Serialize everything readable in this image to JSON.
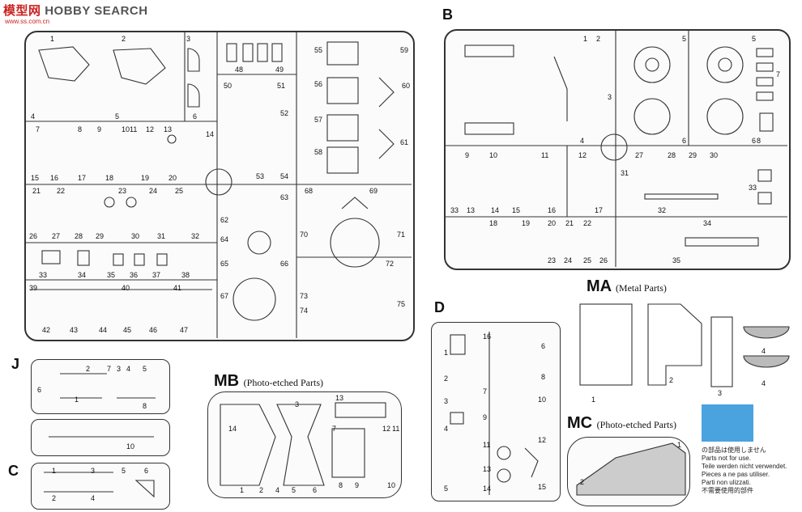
{
  "watermark": {
    "brand_cjk": "模型网",
    "brand_text": "HOBBY SEARCH",
    "sub_text": "www.ss.com.cn"
  },
  "sprues": {
    "B": "B",
    "D": "D",
    "J": "J",
    "C": "C",
    "MA": "MA",
    "MA_sub": "(Metal Parts)",
    "MB": "MB",
    "MB_sub": "(Photo-etched Parts)",
    "MC": "MC",
    "MC_sub": "(Photo-etched Parts)"
  },
  "legend": {
    "swatch_color": "#4aa3df",
    "lines": [
      "の部品は使用しません",
      "Parts not for use.",
      "Teile werden nicht verwendet.",
      "Pieces a ne pas utiliser.",
      "Parti non ulizzati.",
      "不需要使用的部件"
    ]
  },
  "numbers": {
    "A": [
      "1",
      "2",
      "3",
      "4",
      "5",
      "6",
      "7",
      "8",
      "9",
      "10",
      "11",
      "12",
      "13",
      "14",
      "15",
      "16",
      "17",
      "18",
      "19",
      "20",
      "21",
      "22",
      "23",
      "24",
      "25",
      "26",
      "27",
      "28",
      "29",
      "30",
      "31",
      "32",
      "33",
      "34",
      "35",
      "36",
      "37",
      "38",
      "39",
      "40",
      "41",
      "42",
      "43",
      "44",
      "45",
      "46",
      "47",
      "48",
      "49",
      "50",
      "51",
      "52",
      "53",
      "54",
      "55",
      "56",
      "57",
      "58",
      "59",
      "60",
      "61",
      "62",
      "63",
      "64",
      "65",
      "66",
      "67",
      "68",
      "69",
      "70",
      "71",
      "72",
      "73",
      "74",
      "75"
    ],
    "B": [
      "1",
      "2",
      "3",
      "4",
      "5",
      "5",
      "6",
      "6",
      "7",
      "8",
      "9",
      "10",
      "11",
      "12",
      "13",
      "14",
      "15",
      "16",
      "17",
      "18",
      "19",
      "20",
      "21",
      "22",
      "23",
      "24",
      "25",
      "26",
      "27",
      "28",
      "29",
      "30",
      "31",
      "32",
      "33",
      "33",
      "34",
      "35"
    ],
    "D": [
      "1",
      "2",
      "3",
      "4",
      "5",
      "6",
      "7",
      "8",
      "9",
      "10",
      "11",
      "12",
      "13",
      "14",
      "15",
      "16"
    ],
    "J": [
      "1",
      "2",
      "3",
      "4",
      "5",
      "6",
      "7",
      "8",
      "10"
    ],
    "C": [
      "1",
      "2",
      "3",
      "4",
      "5",
      "6"
    ],
    "MA": [
      "1",
      "2",
      "3",
      "4",
      "4"
    ],
    "MB": [
      "1",
      "2",
      "3",
      "4",
      "5",
      "6",
      "7",
      "8",
      "9",
      "10",
      "11",
      "12",
      "13",
      "14"
    ],
    "MC": [
      "1",
      "2"
    ]
  }
}
